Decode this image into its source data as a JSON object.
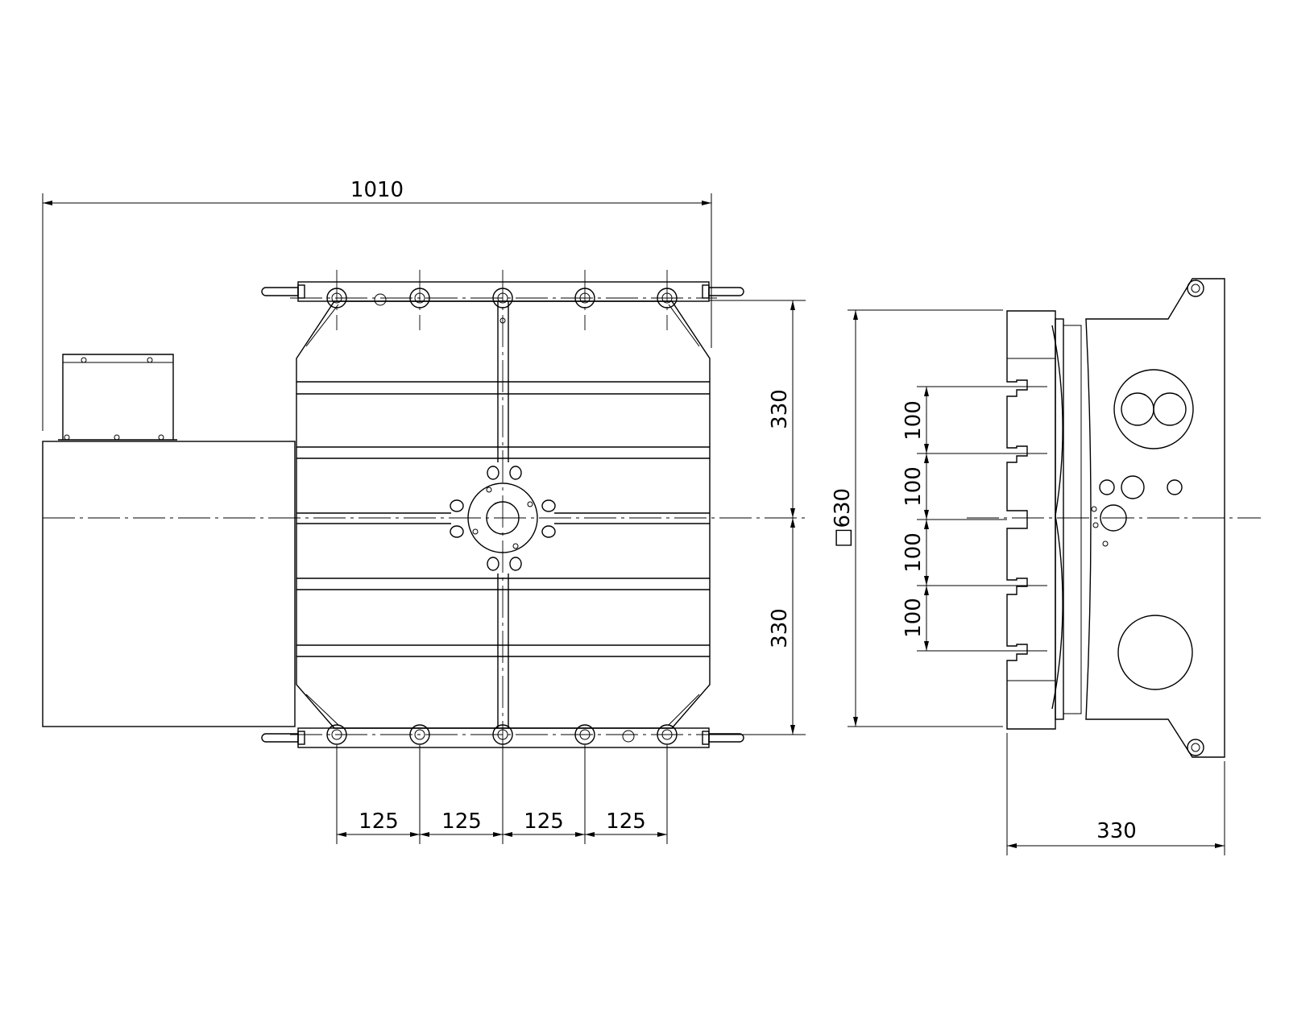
{
  "colors": {
    "stroke": "#000000",
    "background": "#ffffff"
  },
  "dimensions": {
    "overall_length": "1010",
    "table_half_upper": "330",
    "table_half_lower": "330",
    "square_size": "□630",
    "side_depth": "330",
    "slot_pitch": [
      "125",
      "125",
      "125",
      "125"
    ],
    "tslot_spacing": [
      "100",
      "100",
      "100",
      "100"
    ]
  }
}
